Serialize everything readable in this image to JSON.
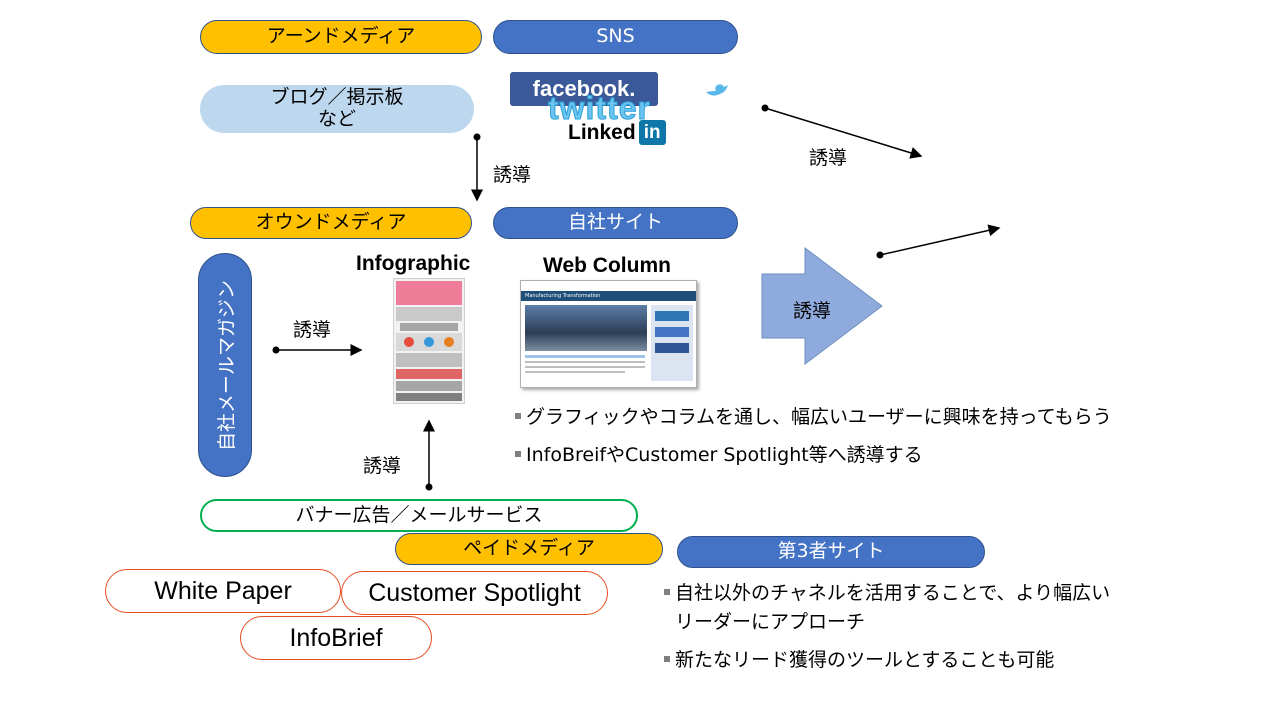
{
  "earned": {
    "label": "アーンドメディア",
    "sns_label": "SNS",
    "blog_label_line1": "ブログ／掲示板",
    "blog_label_line2": "など"
  },
  "sns_logos": {
    "facebook": "facebook.",
    "twitter": "twitter",
    "linkedin_text": "Linked",
    "linkedin_badge": "in"
  },
  "owned": {
    "label": "オウンドメディア",
    "site_label": "自社サイト",
    "mail_magazine": "自社メールマガジン"
  },
  "contents": {
    "infographic_title": "Infographic",
    "web_column_title": "Web Column",
    "web_column_header": "Manufacturing Transformation"
  },
  "paid": {
    "banner_label": "バナー広告／メールサービス",
    "label": "ペイドメディア",
    "third_party_label": "第3者サイト"
  },
  "assets": {
    "white_paper": "White Paper",
    "customer_spotlight": "Customer Spotlight",
    "infobrief": "InfoBrief"
  },
  "arrows": {
    "guide_label": "誘導"
  },
  "owned_bullets": [
    "グラフィックやコラムを通し、幅広いユーザーに興味を持ってもらう",
    "InfoBreifやCustomer Spotlight等へ誘導する"
  ],
  "paid_bullets": [
    "自社以外のチャネルを活用することで、より幅広い",
    "リーダーにアプローチ",
    "新たなリード獲得のツールとすることも可能"
  ],
  "colors": {
    "orange": "#ffc000",
    "blue": "#4472c4",
    "light_blue": "#bdd7ee",
    "green": "#00b050",
    "red": "#e84c22",
    "arrow_fill": "#8faadc"
  }
}
